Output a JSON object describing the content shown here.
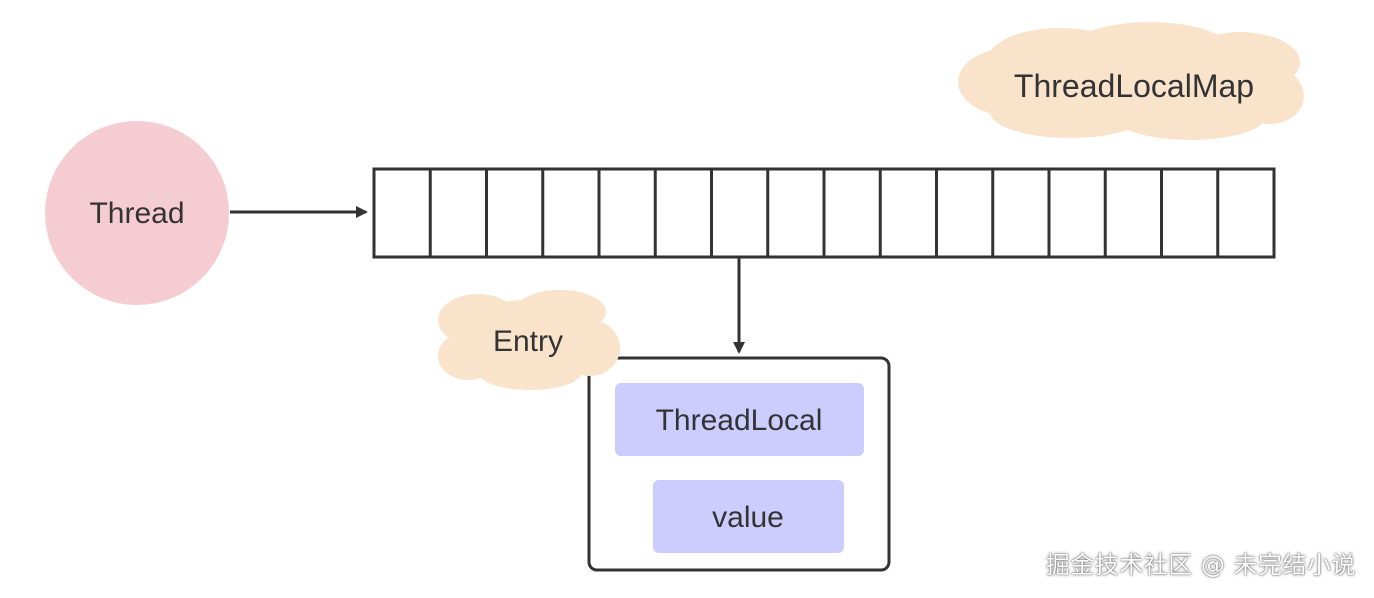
{
  "diagram": {
    "thread_label": "Thread",
    "map_label": "ThreadLocalMap",
    "entry_label": "Entry",
    "threadlocal_label": "ThreadLocal",
    "value_label": "value",
    "array_slots": 16
  },
  "watermark": "掘金技术社区 @ 未完结小说",
  "colors": {
    "thread_circle": "#f6ccd3",
    "cloud": "#f9e3cb",
    "field_box": "#ccccff",
    "stroke": "#333333"
  }
}
